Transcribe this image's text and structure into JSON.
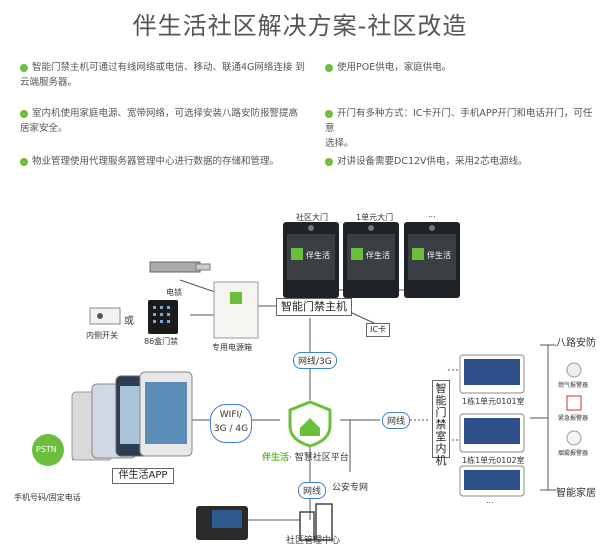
{
  "title": "伴生活社区解决方案-社区改造",
  "features": [
    {
      "lines": [
        "智能门禁主机可通过有线网络或电信、移动、联通4G网络连接 到",
        "云端服务器。"
      ]
    },
    {
      "lines": [
        "使用POE供电，家庭供电。"
      ]
    },
    {
      "lines": [
        "室内机使用家庭电源、宽带网络，可选择安装八路安防报警提高",
        "居家安全。"
      ]
    },
    {
      "lines": [
        "开门有多种方式：IC卡开门、手机APP开门和电话开门，可任 意",
        "选择。"
      ]
    },
    {
      "lines": [
        "物业管理使用代理服务器管理中心进行数据的存储和管理。"
      ]
    },
    {
      "lines": [
        "对讲设备需要DC12V供电，采用2芯电源线。"
      ]
    }
  ],
  "diagram": {
    "gate_labels": [
      "社区大门",
      "1单元大门",
      "..."
    ],
    "screen_brand": "伴生活",
    "electric_lock": "电锁",
    "or_text": "或",
    "exit_switch": "内侧开关",
    "door86": "86盒门禁",
    "power_box": "专用电源箱",
    "access_host": "智能门禁主机",
    "ic_card": "IC卡",
    "net3g": "网线/3G",
    "wifi_line1": "WIFI/",
    "wifi_line2": "3G / 4G",
    "platform_brand": "伴生活",
    "platform_text": "· 智慧社区平台",
    "netline_right": "网线",
    "netline_bottom": "网线",
    "indoor_unit": "智能门禁室内机",
    "indoor_rooms": [
      "1栋1单元0101室",
      "1栋1单元0102室",
      "..."
    ],
    "police": "公安专网",
    "app": "伴生活APP",
    "pstn": "PSTN",
    "phone": "手机号码/固定电话",
    "property": "社区管理中心",
    "alarm8": "八路安防",
    "smarthome": "智能家居",
    "sensors": [
      "燃气报警器",
      "紧急报警器",
      "烟雾报警器"
    ]
  },
  "colors": {
    "accent_green": "#6cbf3c",
    "line_blue": "#3b7fd1",
    "dark": "#222222"
  }
}
